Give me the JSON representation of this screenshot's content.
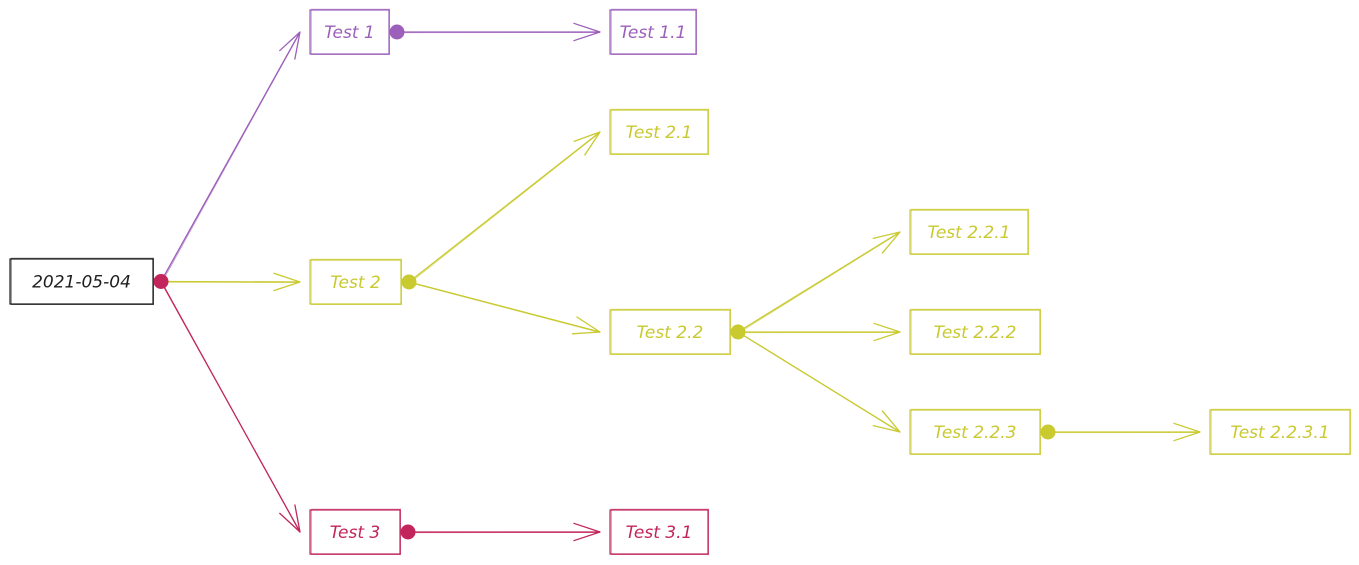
{
  "colors": {
    "root": "#1e1e1e",
    "root_dot": "#c2255c",
    "branch1": "#9c5fba",
    "branch2": "#c9c930",
    "branch3": "#c2255c"
  },
  "nodes": [
    {
      "id": "root",
      "label": "2021-05-04",
      "color": "root"
    },
    {
      "id": "n1",
      "label": "Test 1",
      "color": "branch1"
    },
    {
      "id": "n11",
      "label": "Test 1.1",
      "color": "branch1"
    },
    {
      "id": "n2",
      "label": "Test 2",
      "color": "branch2"
    },
    {
      "id": "n21",
      "label": "Test 2.1",
      "color": "branch2"
    },
    {
      "id": "n22",
      "label": "Test 2.2",
      "color": "branch2"
    },
    {
      "id": "n221",
      "label": "Test 2.2.1",
      "color": "branch2"
    },
    {
      "id": "n222",
      "label": "Test 2.2.2",
      "color": "branch2"
    },
    {
      "id": "n223",
      "label": "Test 2.2.3",
      "color": "branch2"
    },
    {
      "id": "n2231",
      "label": "Test 2.2.3.1",
      "color": "branch2"
    },
    {
      "id": "n3",
      "label": "Test 3",
      "color": "branch3"
    },
    {
      "id": "n31",
      "label": "Test 3.1",
      "color": "branch3"
    }
  ],
  "edges": [
    {
      "from": "root",
      "to": "n1",
      "color": "branch1"
    },
    {
      "from": "root",
      "to": "n2",
      "color": "branch2"
    },
    {
      "from": "root",
      "to": "n3",
      "color": "branch3"
    },
    {
      "from": "n1",
      "to": "n11",
      "color": "branch1"
    },
    {
      "from": "n2",
      "to": "n21",
      "color": "branch2"
    },
    {
      "from": "n2",
      "to": "n22",
      "color": "branch2"
    },
    {
      "from": "n22",
      "to": "n221",
      "color": "branch2"
    },
    {
      "from": "n22",
      "to": "n222",
      "color": "branch2"
    },
    {
      "from": "n22",
      "to": "n223",
      "color": "branch2"
    },
    {
      "from": "n223",
      "to": "n2231",
      "color": "branch2"
    },
    {
      "from": "n3",
      "to": "n31",
      "color": "branch3"
    }
  ]
}
